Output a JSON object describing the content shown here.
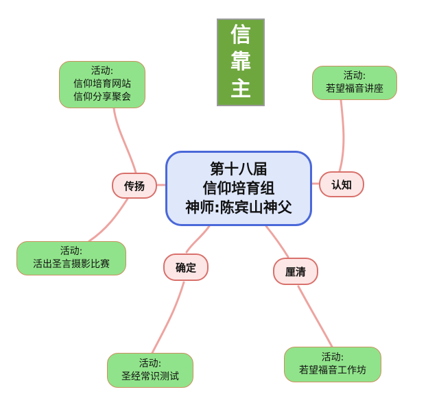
{
  "title": {
    "chars": [
      "信",
      "靠",
      "主"
    ]
  },
  "central": {
    "lines": [
      "第十八届",
      "信仰培育组",
      "神师:陈宾山神父"
    ]
  },
  "branches": [
    {
      "id": "chuanyang",
      "label": "传扬"
    },
    {
      "id": "renzhi",
      "label": "认知"
    },
    {
      "id": "queding",
      "label": "确定"
    },
    {
      "id": "liqing",
      "label": "厘清"
    }
  ],
  "activities": [
    {
      "id": "top-left",
      "lines": [
        "活动:",
        "信仰培育网站",
        "信仰分享聚会"
      ]
    },
    {
      "id": "top-right",
      "lines": [
        "活动:",
        "若望福音讲座"
      ]
    },
    {
      "id": "mid-left",
      "lines": [
        "活动:",
        "活出圣言摄影比赛"
      ]
    },
    {
      "id": "bottom-left",
      "lines": [
        "活动:",
        "圣经常识测试"
      ]
    },
    {
      "id": "bottom-right",
      "lines": [
        "活动:",
        "若望福音工作坊"
      ]
    }
  ],
  "colors": {
    "title_bg": "#6fa73f",
    "central_bg": "#dfe7fb",
    "central_border": "#4a68d8",
    "branch_bg": "#fde7e6",
    "branch_border": "#d8706b",
    "activity_bg": "#90e38a",
    "activity_border": "#c98f5e",
    "link": "#eda4a0"
  }
}
